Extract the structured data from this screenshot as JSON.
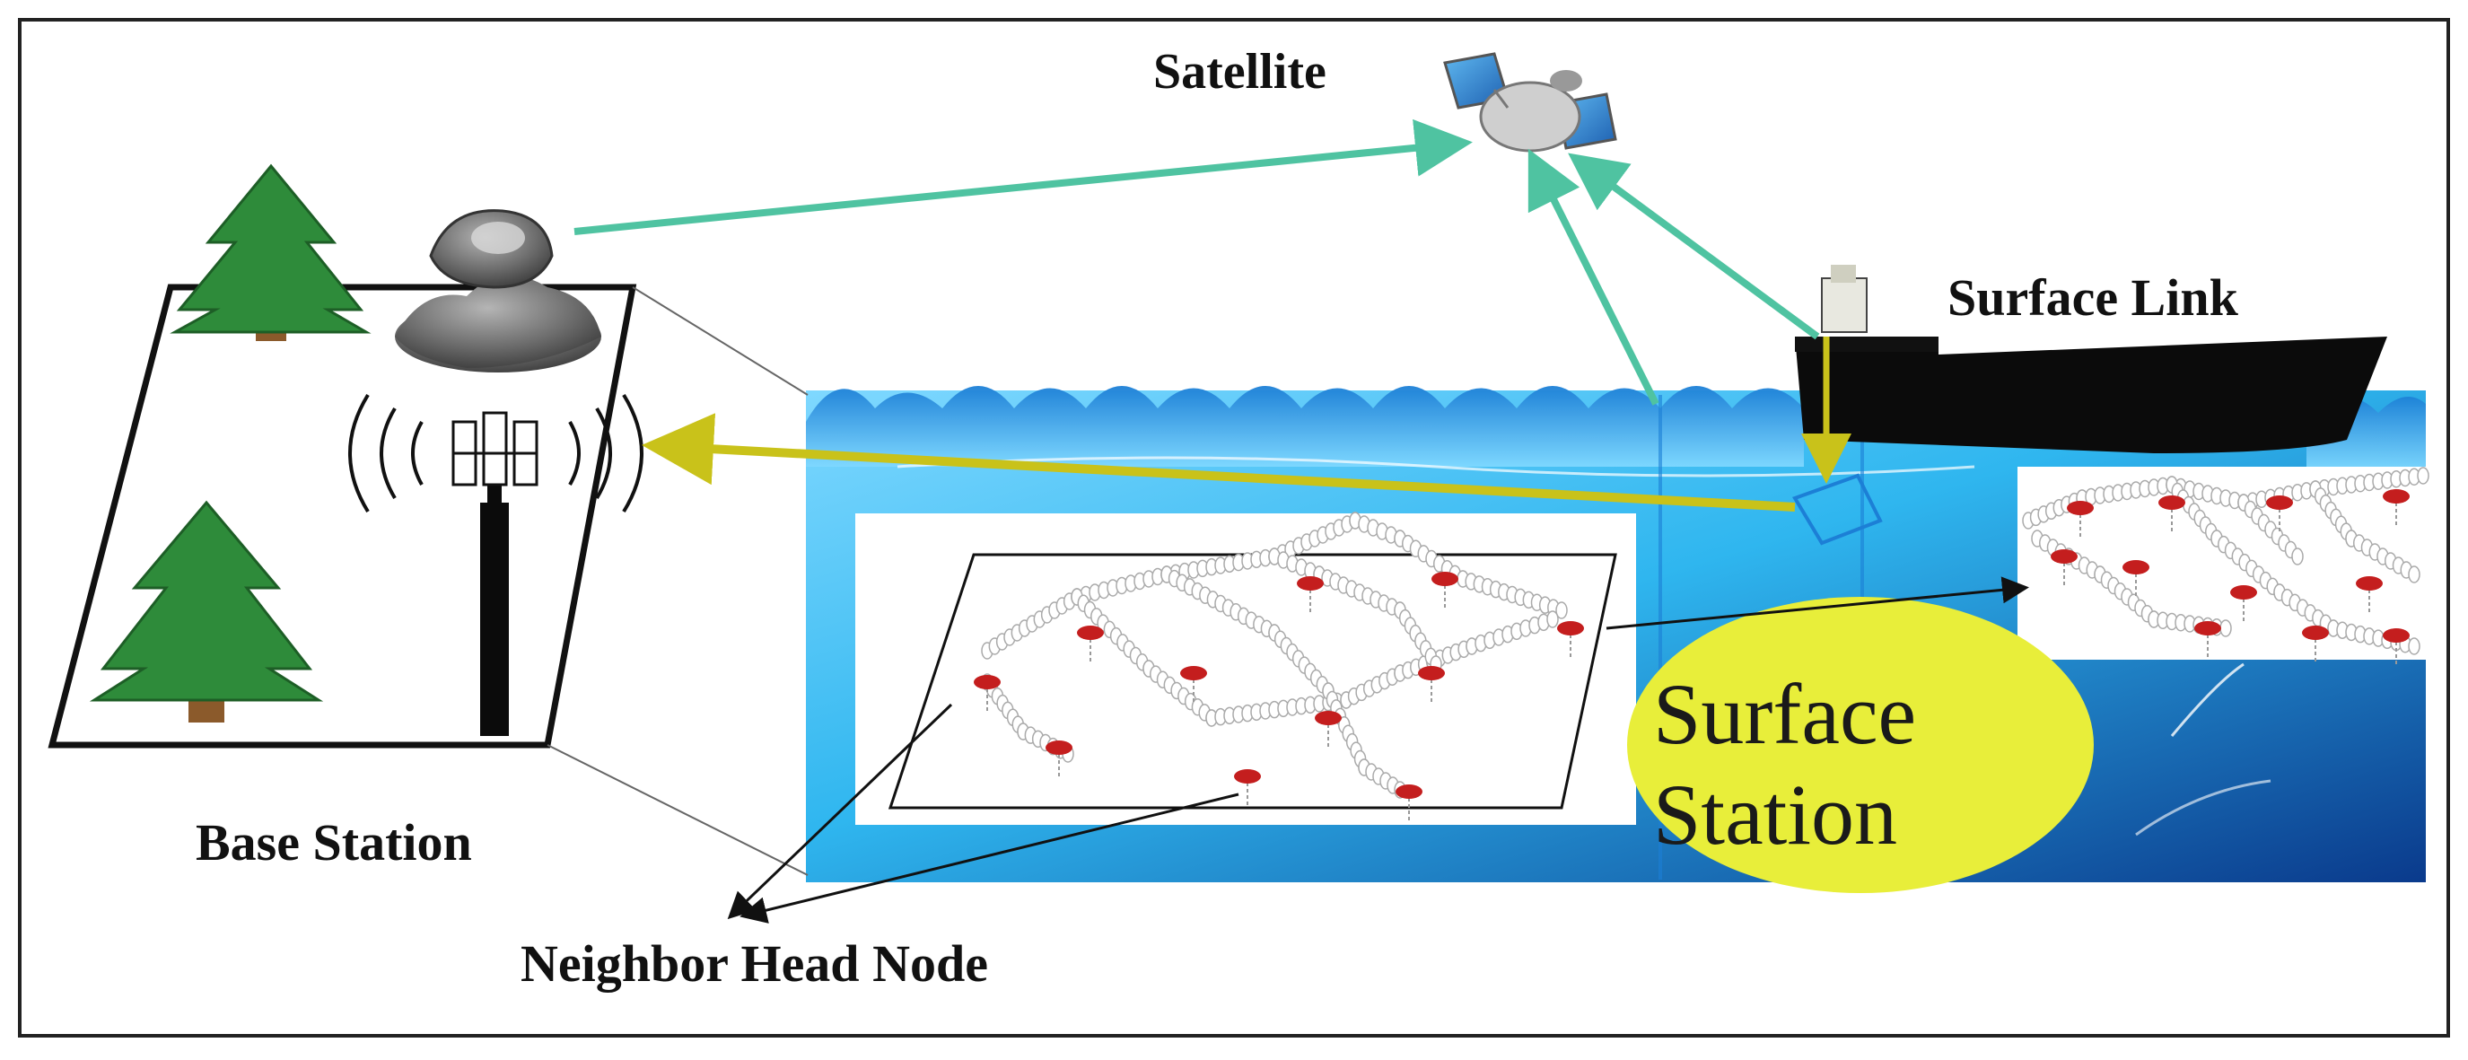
{
  "labels": {
    "satellite": "Satellite",
    "surface_link": "Surface Link",
    "base_station": "Base Station",
    "neighbor_head_node": "Neighbor Head Node",
    "surface_station_line1": "Surface",
    "surface_station_line2": "Station"
  },
  "colors": {
    "link_green": "#4fc3a1",
    "link_yellow": "#c9c21a",
    "water_light": "#2fb6ef",
    "water_deep": "#0a3a8c",
    "surface_station_fill": "#e8ee3a",
    "tree_green": "#2e8b3a",
    "tree_trunk": "#8b5a2b",
    "ship": "#0b0b0b",
    "node_red": "#c41e1e"
  },
  "icons": [
    "satellite-icon",
    "ship-icon",
    "tower-antenna-icon",
    "tree-icon",
    "rock-icon",
    "sensor-node-icon"
  ]
}
